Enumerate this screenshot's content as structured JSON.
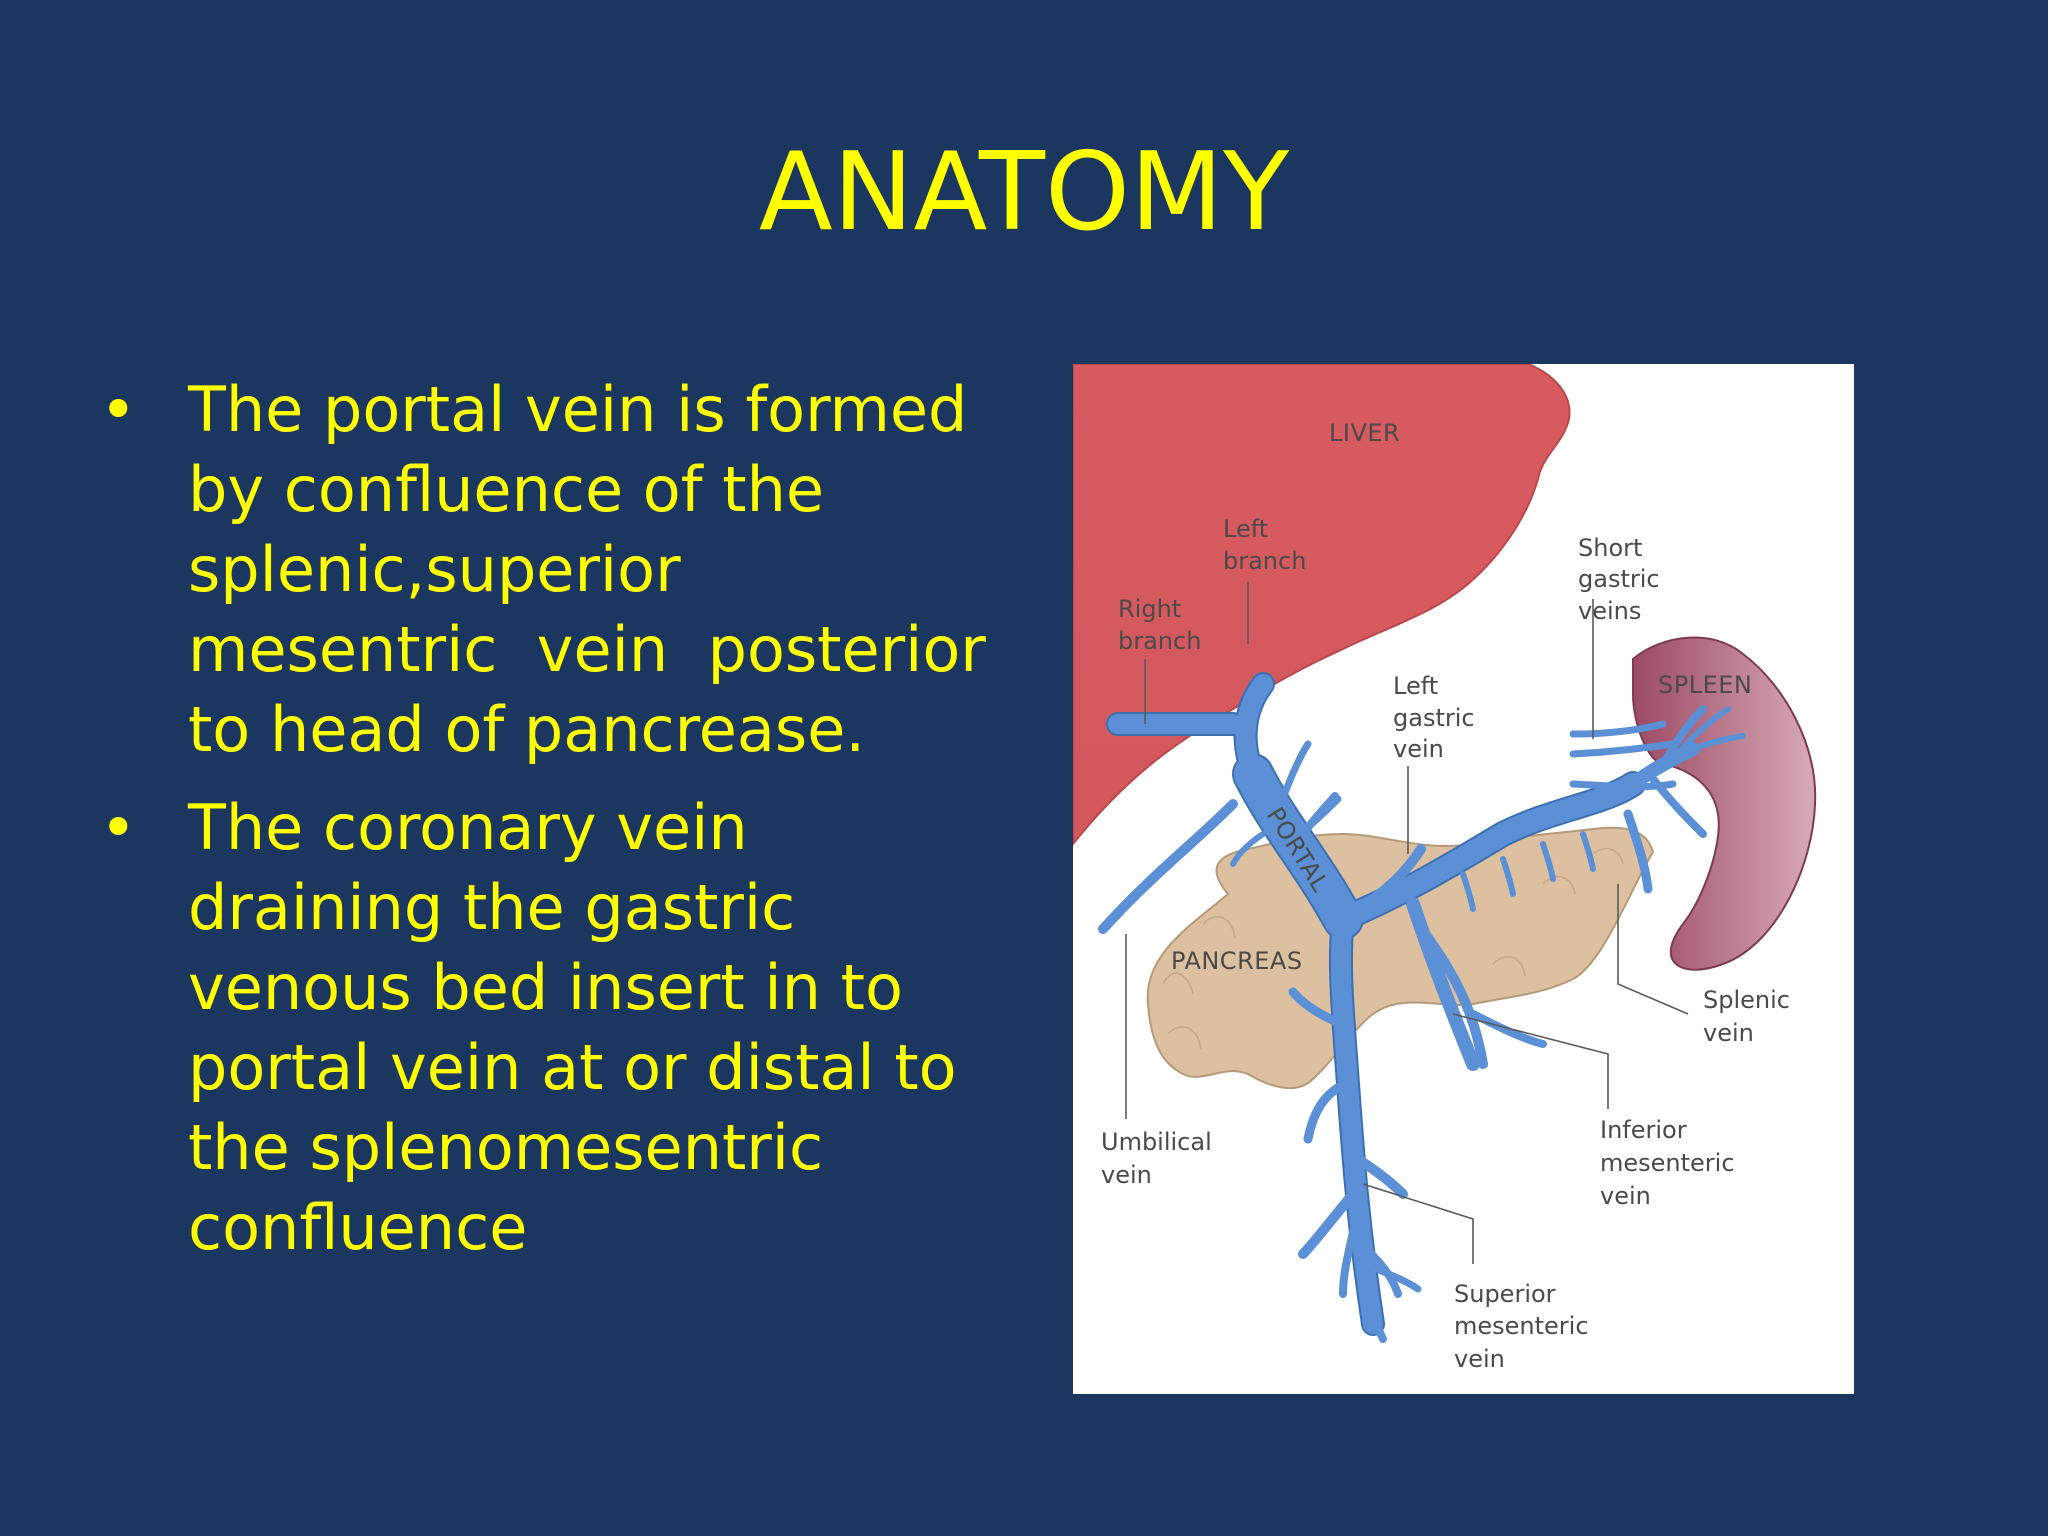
{
  "slide": {
    "title": "ANATOMY",
    "bullets": [
      {
        "symbol": "•",
        "lines": [
          "The portal vein is formed",
          "by confluence of the",
          "splenic,superior",
          "mesentric  vein  posterior",
          "to head of pancrease."
        ]
      },
      {
        "symbol": "•",
        "lines": [
          "The coronary vein",
          "draining the gastric",
          "venous bed insert in to",
          "portal vein at or distal to",
          "the splenomesentric",
          "confluence"
        ]
      }
    ]
  },
  "diagram": {
    "organs": {
      "liver": "LIVER",
      "spleen": "SPLEEN",
      "pancreas": "PANCREAS",
      "portal": "PORTAL"
    },
    "labels": {
      "left_branch": [
        "Left",
        "branch"
      ],
      "right_branch": [
        "Right",
        "branch"
      ],
      "short_gastric": [
        "Short",
        "gastric",
        "veins"
      ],
      "left_gastric": [
        "Left",
        "gastric",
        "vein"
      ],
      "splenic": [
        "Splenic",
        "vein"
      ],
      "umbilical": [
        "Umbilical",
        "vein"
      ],
      "inferior_mesenteric": [
        "Inferior",
        "mesenteric",
        "vein"
      ],
      "superior_mesenteric": [
        "Superior",
        "mesenteric",
        "vein"
      ]
    },
    "colors": {
      "background": "#1b365f",
      "text": "#ffff00",
      "liver": "#d65a5e",
      "spleen": "#a8566e",
      "pancreas": "#dcc0a0",
      "vein": "#5b8fd6"
    }
  }
}
